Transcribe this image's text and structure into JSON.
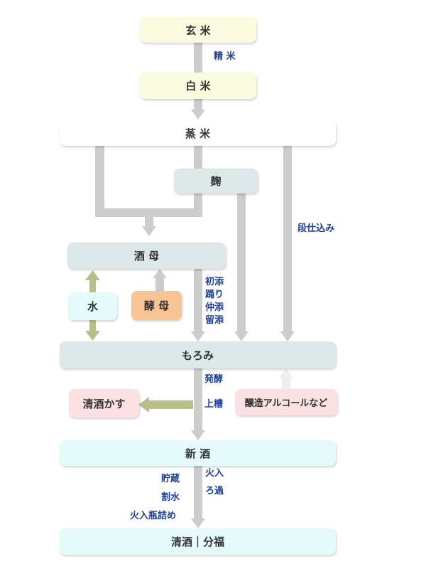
{
  "nodes": {
    "genmai": "玄 米",
    "hakumai": "白 米",
    "mushimai": "蒸 米",
    "koji": "麹",
    "shubo": "酒 母",
    "mizu": "水",
    "kobo": "酵 母",
    "moromi": "もろみ",
    "kasu": "清酒かす",
    "jozo": "醸造アルコールなど",
    "shinshu": "新 酒",
    "seishu": "清酒｜分福"
  },
  "labels": {
    "seimai": "精 米",
    "dan_jikomi": "段仕込み",
    "shozoe": "初添",
    "odori": "踊り",
    "nakazoe": "仲添",
    "tomezoe": "留添",
    "hakko": "発酵",
    "joso": "上槽",
    "chozo": "貯蔵",
    "warimizu": "割水",
    "hiire_binzume": "火入瓶詰め",
    "hiire": "火入",
    "roka": "ろ過"
  },
  "colors": {
    "yellow": "#fbfbdf",
    "blue_gray": "#dde8e8",
    "cyan": "#e5fbfb",
    "orange": "#f9c494",
    "pink": "#fbe1e1",
    "white": "#ffffff",
    "arrow_gray": "#cccccc",
    "arrow_olive": "#b9bf8a",
    "arrow_light": "#eeeeee",
    "label_blue": "#1b3f9a"
  }
}
